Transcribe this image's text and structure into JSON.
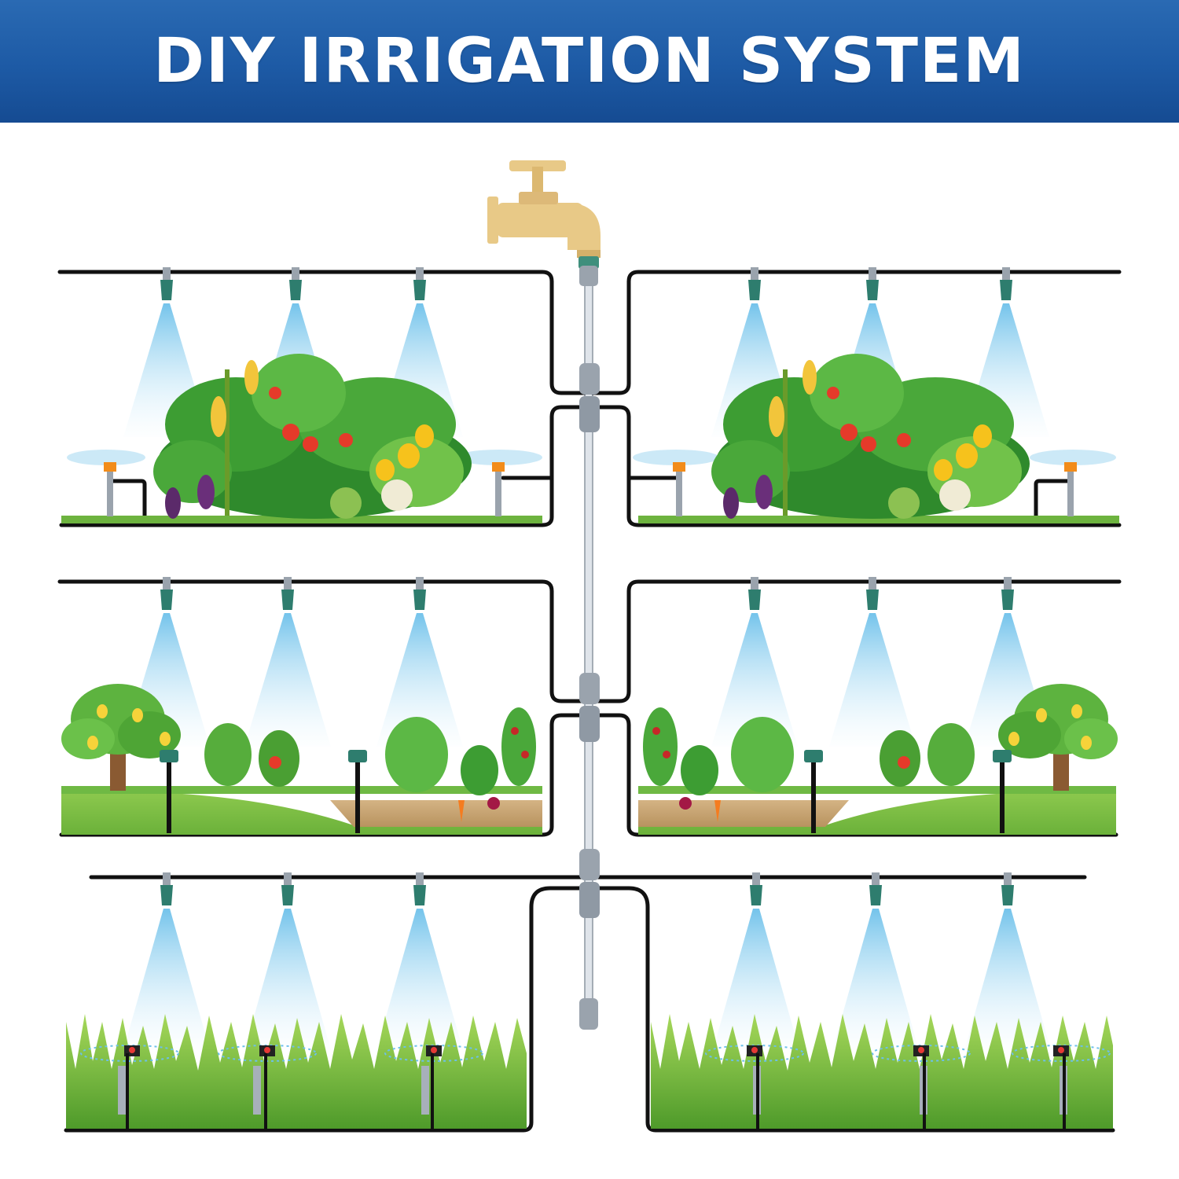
{
  "title": "DIY IRRIGATION SYSTEM",
  "colors": {
    "banner": "#1d5aa5",
    "pipe": "#111111",
    "mist": "#7ec8ec",
    "nozzle": "#2e7d6e",
    "faucet": "#e8c987",
    "grass": "#7cc142",
    "soil": "#c8a878"
  },
  "zones": [
    {
      "name": "vegetable-garden",
      "emitters": "overhead-mist-nozzles-and-stake-sprayers"
    },
    {
      "name": "orchard-and-garden-bed",
      "emitters": "overhead-mist-nozzles-and-stake-sprinklers"
    },
    {
      "name": "lawn",
      "emitters": "overhead-mist-nozzles-and-rotary-sprinklers"
    }
  ]
}
